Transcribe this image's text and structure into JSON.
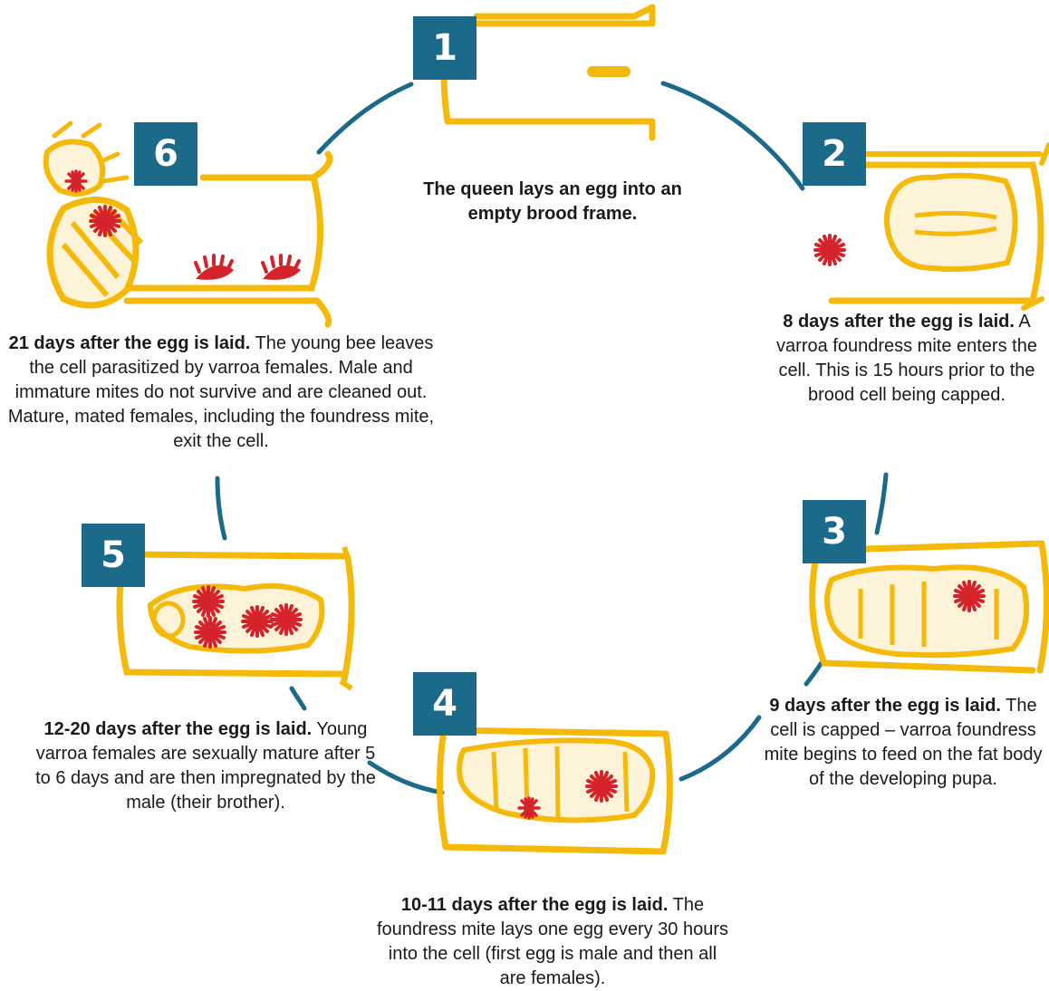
{
  "colors": {
    "badge": "#1b6a8a",
    "connector": "#1b6a8a",
    "cell_outline": "#f5b90a",
    "cell_fill": "#fdf3d8",
    "mite": "#d5232b"
  },
  "stages": [
    {
      "number": "1",
      "bold": "The queen lays an egg into an empty brood frame.",
      "text": "",
      "icon": "empty-brood-cell-with-egg"
    },
    {
      "number": "2",
      "bold": "8 days after the egg is laid.",
      "text": " A varroa foundress mite enters the cell. This is 15 hours prior to the brood cell being capped.",
      "icon": "open-cell-with-larva-and-mite"
    },
    {
      "number": "3",
      "bold": "9 days after the egg is laid.",
      "text": " The cell is capped – varroa foundress mite begins to feed on the fat body of the developing pupa.",
      "icon": "capped-cell-with-pupa-and-mite"
    },
    {
      "number": "4",
      "bold": "10-11 days after the egg is laid.",
      "text": " The foundress mite lays one egg every 30 hours into the cell (first egg is male and then all are females).",
      "icon": "capped-cell-with-mite-and-offspring"
    },
    {
      "number": "5",
      "bold": "12-20 days after the egg is laid.",
      "text": " Young varroa females are sexually mature after 5 to 6 days and are then impregnated by the male (their brother).",
      "icon": "cell-with-multiple-mites"
    },
    {
      "number": "6",
      "bold": "21 days after the egg is laid.",
      "text": " The young bee leaves the cell parasitized by varroa females. Male and immature mites do not survive and are cleaned out. Mature, mated females, including the foundress mite, exit the cell.",
      "icon": "bee-emerging-with-mites"
    }
  ]
}
